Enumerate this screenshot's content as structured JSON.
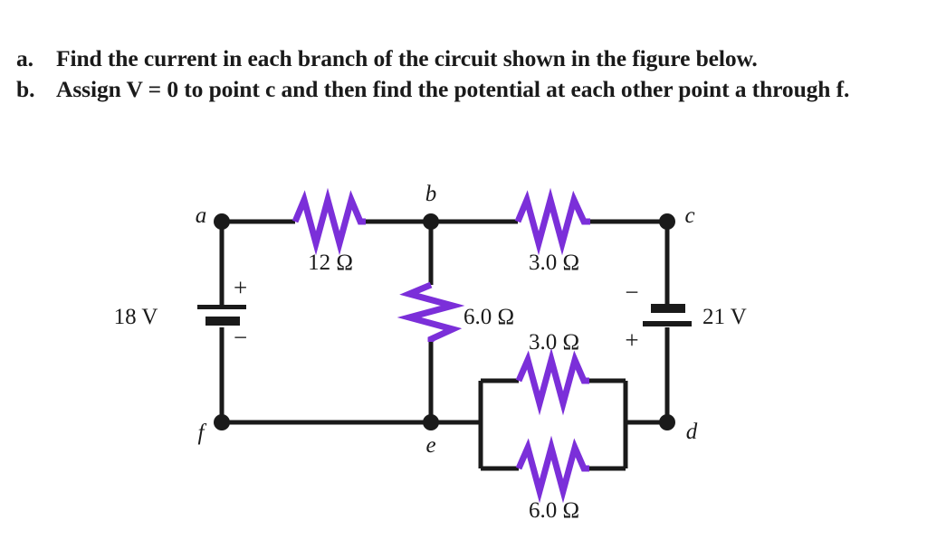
{
  "question": {
    "items": [
      {
        "marker": "a.",
        "text": "Find the current in each branch of the circuit shown in the figure below."
      },
      {
        "marker": "b.",
        "text": "Assign V = 0 to point c and then find the potential at each other point a through f."
      }
    ]
  },
  "figure": {
    "colors": {
      "wire": "#1a1a1a",
      "resistor": "#7B2FD9",
      "background": "#ffffff"
    },
    "nodes": [
      {
        "id": "a",
        "label": "a"
      },
      {
        "id": "b",
        "label": "b"
      },
      {
        "id": "c",
        "label": "c"
      },
      {
        "id": "d",
        "label": "d"
      },
      {
        "id": "e",
        "label": "e"
      },
      {
        "id": "f",
        "label": "f"
      }
    ],
    "batteries": [
      {
        "id": "battery-18v",
        "label": "18 V",
        "top_terminal": "+",
        "bottom_terminal": "−"
      },
      {
        "id": "battery-21v",
        "label": "21 V",
        "top_terminal": "−",
        "bottom_terminal": "+"
      }
    ],
    "resistors": [
      {
        "id": "resistor-ab",
        "label": "12 Ω",
        "orientation": "horizontal"
      },
      {
        "id": "resistor-bc",
        "label": "3.0 Ω",
        "orientation": "horizontal"
      },
      {
        "id": "resistor-be",
        "label": "6.0 Ω",
        "orientation": "vertical"
      },
      {
        "id": "resistor-ed-top",
        "label": "3.0 Ω",
        "orientation": "horizontal"
      },
      {
        "id": "resistor-ed-bottom",
        "label": "6.0 Ω",
        "orientation": "horizontal"
      }
    ]
  }
}
